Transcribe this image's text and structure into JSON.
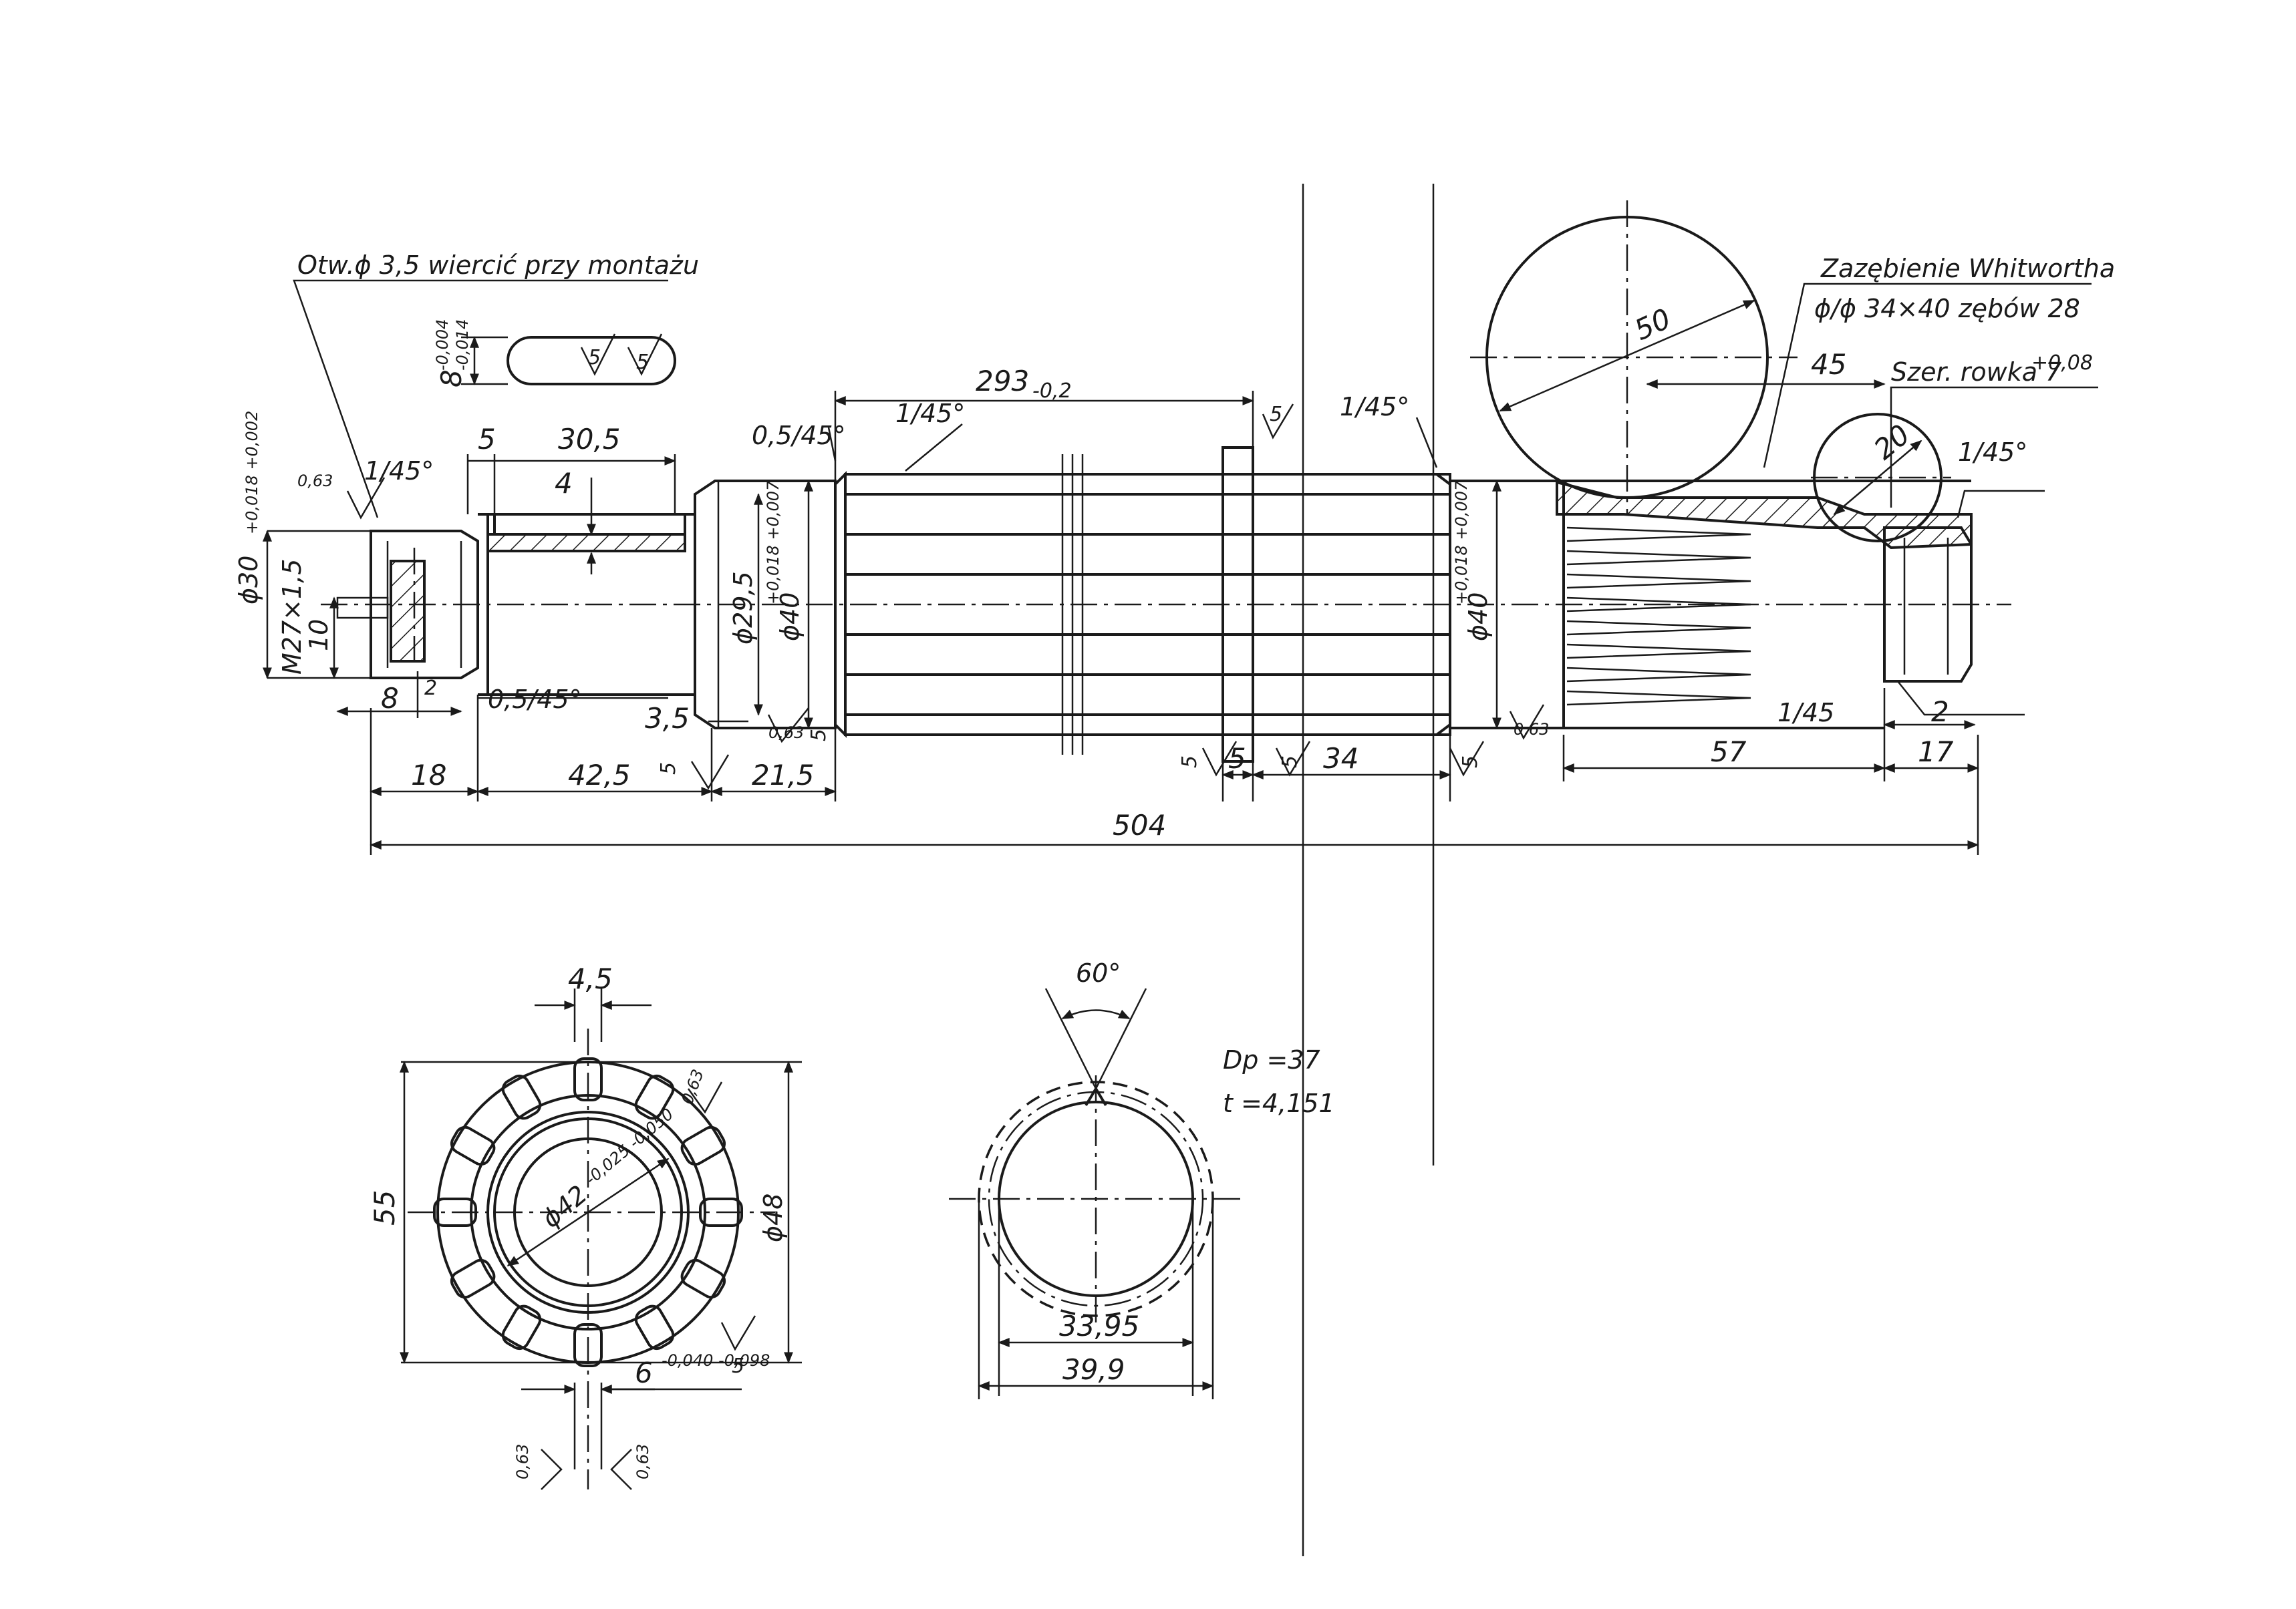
{
  "notes": {
    "hole": "Otw.ϕ 3,5  wiercić przy montażu",
    "gear_title": "Zazębienie Whitwortha",
    "gear_spec": "ϕ/ϕ 34×40  zębów 28",
    "groove": "Szer. rowka 7",
    "groove_tol": "+0,08",
    "dp": "Dp =37",
    "t": "t =4,151"
  },
  "dims": {
    "d293": "293",
    "d293_tol": "-0,2",
    "d30_5": "30,5",
    "d5a": "5",
    "d4": "4",
    "d8": "8",
    "d8_tol_a": "-0,004",
    "d8_tol_b": "-0,014",
    "ch_1_45_a": "1/45°",
    "ch_0_5_45_a": "0,5/45°",
    "ch_0_5_45_b": "0,5/45°",
    "ch_1_45_b": "1/45°",
    "ch_1_45_c": "1/45°",
    "ch_1_45_d": "1/45°",
    "ch_1_45_e": "1/45",
    "phi30": "ϕ30",
    "phi30_tol": "+0,018 +0,002",
    "m27": "M27×1,5",
    "d10": "10",
    "d8b": "8",
    "d2a": "2",
    "d3_5": "3,5",
    "phi29_5": "ϕ29,5",
    "phi40a": "ϕ40",
    "phi40a_tol": "+0,018 +0,007",
    "phi40b": "ϕ40",
    "phi40b_tol": "+0,018 +0,007",
    "d18": "18",
    "d42_5": "42,5",
    "d21_5": "21,5",
    "d5b": "5",
    "d34": "34",
    "d57": "57",
    "d17": "17",
    "d2b": "2",
    "d504": "504",
    "d50": "50",
    "d45": "45",
    "d20": "20",
    "d4_5": "4,5",
    "d55": "55",
    "phi42": "ϕ42",
    "phi42_tol": "-0,025 -0,050",
    "phi48": "ϕ48",
    "d6": "6",
    "d6_tol": "-0,040 -0,098",
    "ang60": "60°",
    "d33_95": "33,95",
    "d39_9": "39,9"
  },
  "roughness": {
    "r063": "0,63",
    "r5": "5"
  }
}
